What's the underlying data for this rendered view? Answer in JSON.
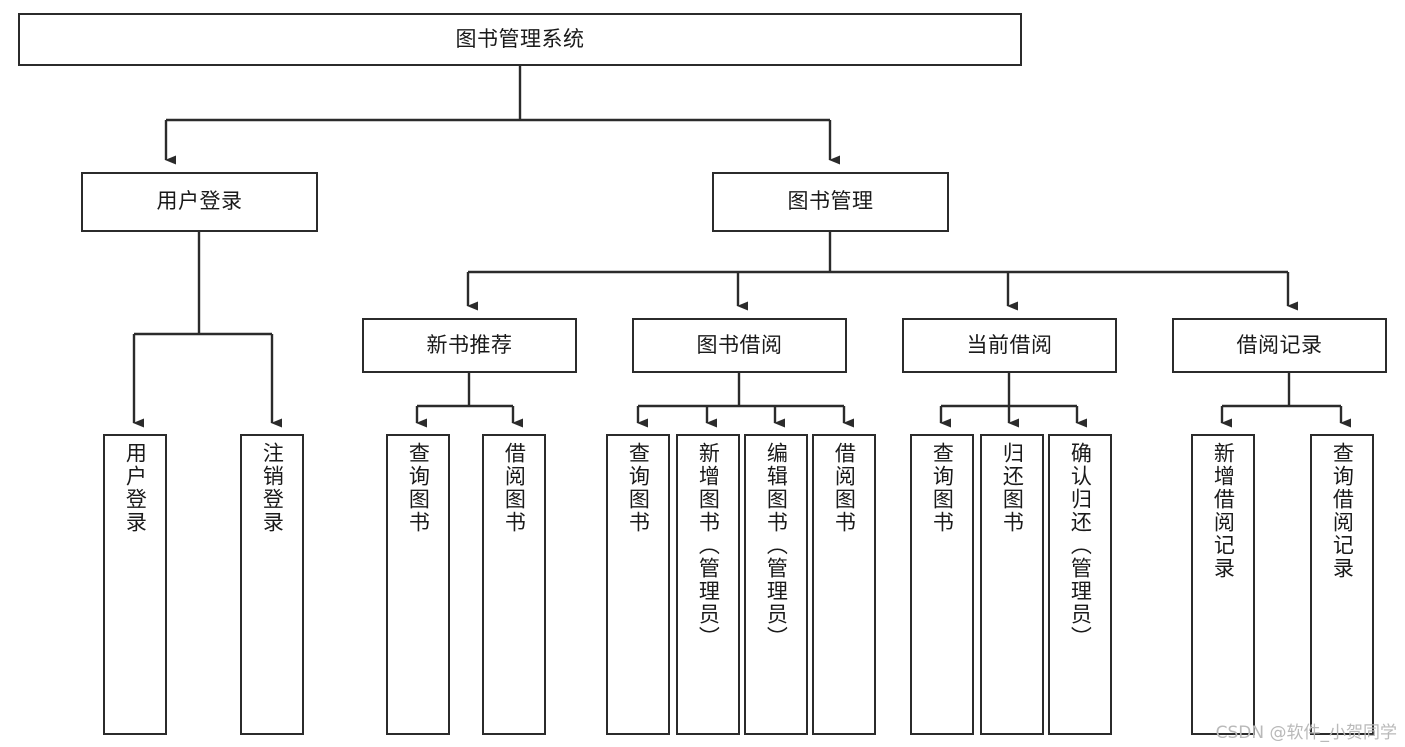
{
  "diagram": {
    "title": "图书管理系统",
    "type": "tree",
    "watermark": "CSDN @软件_小贺同学",
    "colors": {
      "box_border": "#2b2b2b",
      "box_fill": "#ffffff",
      "edge": "#2b2b2b",
      "text": "#1a1a1a",
      "watermark": "#b9b9b9",
      "background": "#ffffff"
    },
    "nodes": {
      "root": {
        "label": "图书管理系统"
      },
      "level2": [
        {
          "id": "user-login",
          "label": "用户登录"
        },
        {
          "id": "book-manage",
          "label": "图书管理"
        }
      ],
      "level3": [
        {
          "id": "new-book-recommend",
          "label": "新书推荐"
        },
        {
          "id": "book-borrow",
          "label": "图书借阅"
        },
        {
          "id": "current-borrow",
          "label": "当前借阅"
        },
        {
          "id": "borrow-record",
          "label": "借阅记录"
        }
      ],
      "leaves": {
        "user-login": [
          {
            "id": "leaf-user-login",
            "label": "用户登录"
          },
          {
            "id": "leaf-logout-login",
            "label": "注销登录"
          }
        ],
        "new-book-recommend": [
          {
            "id": "leaf-query-book-1",
            "label": "查询图书"
          },
          {
            "id": "leaf-borrow-book-1",
            "label": "借阅图书"
          }
        ],
        "book-borrow": [
          {
            "id": "leaf-query-book-2",
            "label": "查询图书"
          },
          {
            "id": "leaf-add-book",
            "label": "新增图书（管理员）"
          },
          {
            "id": "leaf-edit-book",
            "label": "编辑图书（管理员）"
          },
          {
            "id": "leaf-borrow-book-2",
            "label": "借阅图书"
          }
        ],
        "current-borrow": [
          {
            "id": "leaf-query-book-3",
            "label": "查询图书"
          },
          {
            "id": "leaf-return-book",
            "label": "归还图书"
          },
          {
            "id": "leaf-confirm-return",
            "label": "确认归还（管理员）"
          }
        ],
        "borrow-record": [
          {
            "id": "leaf-add-record",
            "label": "新增借阅记录"
          },
          {
            "id": "leaf-query-record",
            "label": "查询借阅记录"
          }
        ]
      }
    }
  }
}
